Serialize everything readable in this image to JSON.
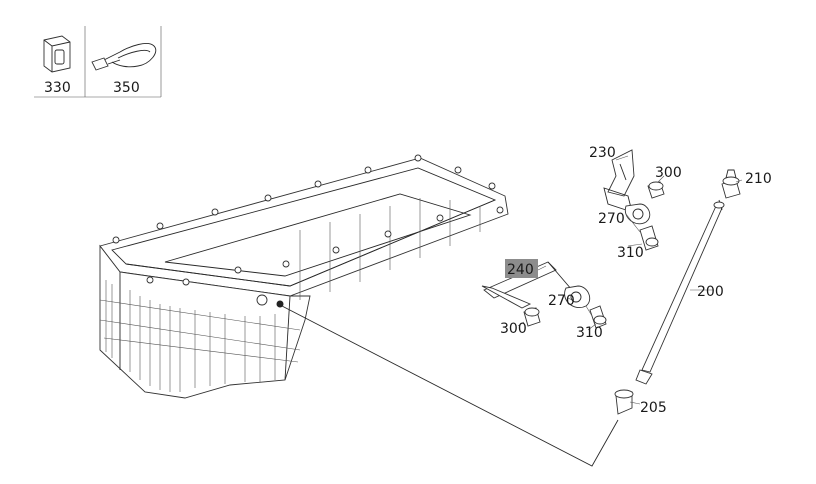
{
  "legend": {
    "items": [
      {
        "number": "330",
        "icon": "rubber-block-icon"
      },
      {
        "number": "350",
        "icon": "cable-tie-icon"
      }
    ]
  },
  "callouts": {
    "c200": "200",
    "c205": "205",
    "c210": "210",
    "c230": "230",
    "c240": "240",
    "c270a": "270",
    "c270b": "270",
    "c300a": "300",
    "c300b": "300",
    "c310a": "310",
    "c310b": "310"
  },
  "highlight": {
    "selected_callout": "240",
    "color": "#8c8c8c"
  }
}
